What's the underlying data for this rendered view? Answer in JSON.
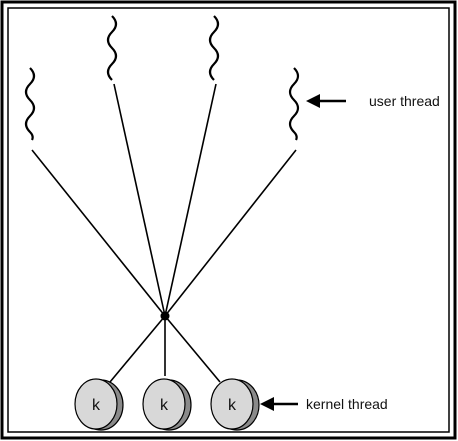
{
  "labels": {
    "user_thread": "user thread",
    "kernel_thread": "kernel thread"
  },
  "kernel_threads": [
    {
      "label": "k"
    },
    {
      "label": "k"
    },
    {
      "label": "k"
    }
  ],
  "colors": {
    "line": "#000000",
    "kernel_fill": "#d8d8d8",
    "kernel_shadow": "#8a8a8a",
    "background": "#ffffff"
  }
}
